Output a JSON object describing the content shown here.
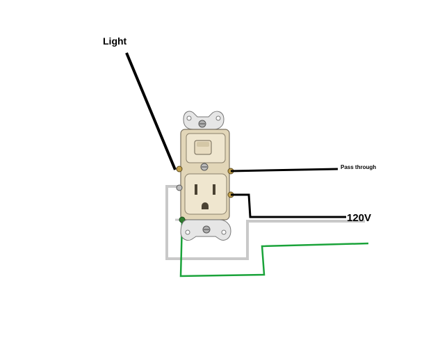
{
  "labels": {
    "light": "Light",
    "pass_through": "Pass through",
    "voltage": "120V"
  },
  "colors": {
    "background": "#ffffff",
    "hot_wire": "#000000",
    "neutral_wire": "#c8c8c8",
    "ground_wire": "#1aa33a",
    "device_body": "#e7dcc1",
    "device_face": "#efe6cf",
    "mounting_strap": "#e4e4e4",
    "screw": "#9c9c9c"
  },
  "components": {
    "device": "switch-outlet-combo",
    "wires": [
      "light-wire",
      "pass-through-wire",
      "line-hot-wire",
      "neutral-wire",
      "ground-wire"
    ]
  }
}
